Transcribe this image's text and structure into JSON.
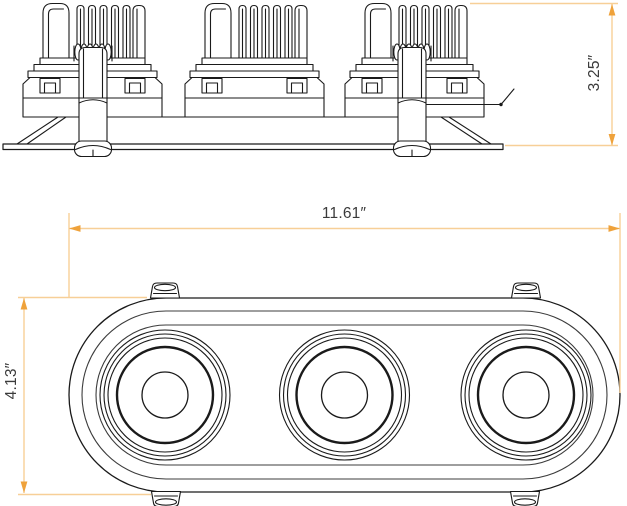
{
  "page": {
    "background": "#ffffff"
  },
  "dimensions": {
    "height": "3.25″",
    "width": "11.61″",
    "depth": "4.13″"
  },
  "colors": {
    "drawing_line": "#1a1a1a",
    "secondary_line": "#3c3c3c",
    "dimension_line": "#f7cf97",
    "dimension_arrow": "#efa23b",
    "dimension_text": "#3b3b3b"
  }
}
